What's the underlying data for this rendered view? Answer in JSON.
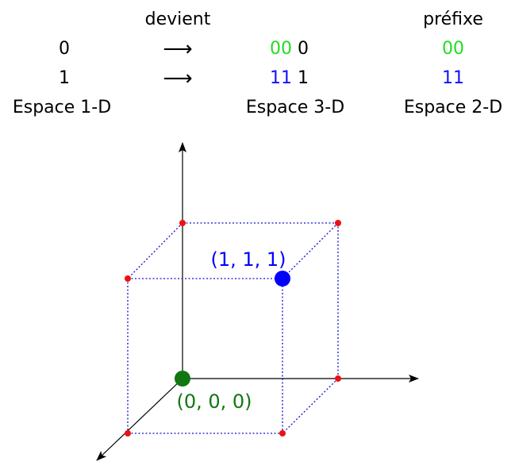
{
  "table": {
    "header_devient": "devient",
    "header_prefixe": "préfixe",
    "row0": {
      "input": "0",
      "arrow": "⟶",
      "prefix_part": "00",
      "suffix_part": "0",
      "prefix": "00"
    },
    "row1": {
      "input": "1",
      "arrow": "⟶",
      "prefix_part": "11",
      "suffix_part": "1",
      "prefix": "11"
    },
    "footer": {
      "space1": "Espace 1-D",
      "space3": "Espace 3-D",
      "space2": "Espace 2-D"
    }
  },
  "diagram": {
    "label_111": "(1, 1, 1)",
    "label_000": "(0, 0, 0)"
  },
  "colors": {
    "prefix_00": "#22dd22",
    "prefix_11": "#1111ff",
    "edge": "#1111cc",
    "vertex": "#ee1111",
    "point_111": "#0000ff",
    "point_000": "#117711"
  }
}
